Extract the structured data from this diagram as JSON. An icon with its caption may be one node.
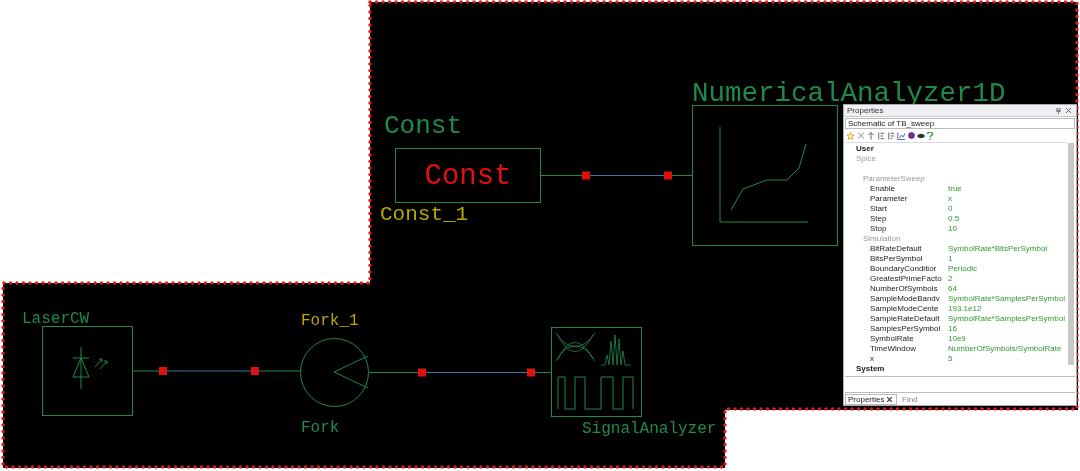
{
  "diagram": {
    "nodes": [
      {
        "text": [
          "Const",
          "Const"
        ],
        "beside": [
          "Const_1"
        ]
      },
      {
        "text": [
          "NumericalAnalyzer1D"
        ]
      },
      {
        "text": [
          "LaserCW"
        ]
      },
      {
        "text": [
          "Fork"
        ],
        "beside": [
          "Fork_1"
        ]
      },
      {
        "text": [
          "SignalAnalyzer"
        ]
      }
    ],
    "edges": [
      {
        "from": 0,
        "to": 1,
        "arrow": "none"
      },
      {
        "from": 2,
        "to": 3,
        "arrow": "none"
      },
      {
        "from": 3,
        "to": 4,
        "arrow": "none"
      }
    ],
    "labels": [
      "Properties",
      "Schematic of TB_sweep",
      "User",
      "Spice",
      "ParameterSweep",
      "Enable",
      "true",
      "Parameter",
      "x",
      "Start",
      "0",
      "Step",
      "0.5",
      "Stop",
      "10",
      "Simulation",
      "BitRateDefault",
      "SymbolRate*BitsPerSymbol",
      "BitsPerSymbol",
      "1",
      "BoundaryConditior",
      "Periodic",
      "GreatestPrimeFacto",
      "2",
      "NumberOfSymbols",
      "64",
      "SampleModeBandv",
      "SymbolRate*SamplesPerSymbol",
      "SampleModeCente",
      "193.1e12",
      "SampleRateDefault",
      "SymbolRate*SamplesPerSymbol",
      "SamplesPerSymbol",
      "16",
      "SymbolRate",
      "10e9",
      "TimeWindow",
      "NumberOfSymbols/SymbolRate",
      "x",
      "5",
      "System",
      "Properties",
      "Find"
    ]
  }
}
